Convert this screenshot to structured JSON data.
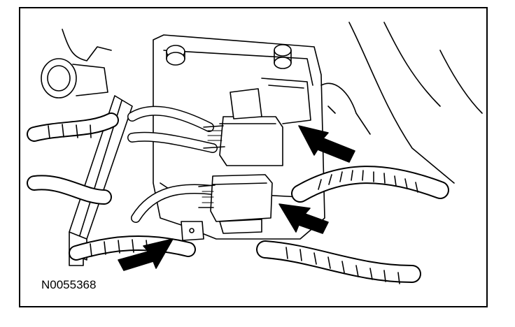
{
  "figure": {
    "id_label": "N0055368",
    "colors": {
      "line": "#000000",
      "fill": "#ffffff",
      "arrow": "#000000"
    },
    "callouts": [
      {
        "name": "arrow-upper-right",
        "direction": "points-left-up"
      },
      {
        "name": "arrow-middle-right",
        "direction": "points-left-up"
      },
      {
        "name": "arrow-lower-left",
        "direction": "points-right-up"
      }
    ]
  }
}
